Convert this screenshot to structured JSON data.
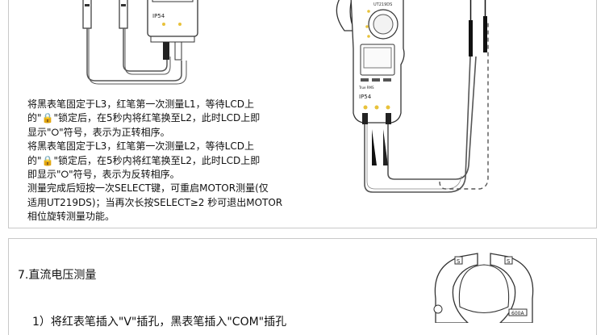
{
  "instructions": {
    "lines": [
      "将黑表笔固定于L3，红笔第一次测量L1，等待LCD上",
      "的\"🔒\"锁定后，在5秒内将红笔换至L2，此时LCD上即",
      "显示\"⭘\"符号，表示为正转相序。",
      "将黑表笔固定于L3，红笔第一次测量L2，等待LCD上",
      "的\"🔒\"锁定后，在5秒内将红笔换至L2，此时LCD上即",
      "即显示\"⭘\"符号，表示为反转相序。",
      "测量完成后短按一次SELECT键，可重启MOTOR测量(仅",
      "适用UT219DS)；当再次长按SELECT≥2 秒可退出MOTOR",
      "相位旋转测量功能。"
    ]
  },
  "meter_labels": {
    "ip_rating": "IP54",
    "true_rms": "True RMS",
    "model": "UT219DS",
    "clamp_left": "S",
    "clamp_right": "S",
    "clamp_rating": "600A"
  },
  "section": {
    "title": "7.直流电压测量",
    "step1": "1）将红表笔插入\"V\"插孔，黑表笔插入\"COM\"插孔"
  }
}
